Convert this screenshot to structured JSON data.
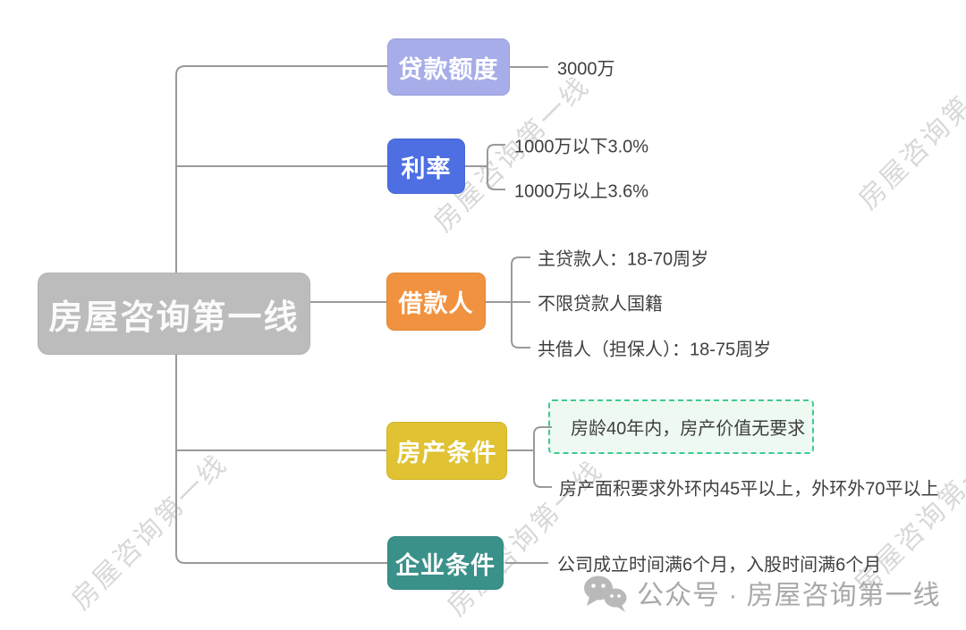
{
  "root": {
    "label": "房屋咨询第一线",
    "color": "#bcbcbc"
  },
  "branches": [
    {
      "label": "贷款额度",
      "color": "#a7ade9",
      "children": [
        "3000万"
      ]
    },
    {
      "label": "利率",
      "color": "#4d6fe2",
      "children": [
        "1000万以下3.0%",
        "1000万以上3.6%"
      ]
    },
    {
      "label": "借款人",
      "color": "#f0923f",
      "children": [
        "主贷款人：18-70周岁",
        "不限贷款人国籍",
        "共借人（担保人）：18-75周岁"
      ]
    },
    {
      "label": "房产条件",
      "color": "#e0c232",
      "children": [
        "房龄40年内，房产价值无要求",
        "房产面积要求外环内45平以上，外环外70平以上"
      ],
      "highlight": {
        "border_color": "#3fcb8e",
        "background": "#eef9f2"
      }
    },
    {
      "label": "企业条件",
      "color": "#3a918a",
      "children": [
        "公司成立时间满6个月，入股时间满6个月"
      ]
    }
  ],
  "watermark": {
    "text": "房屋咨询第一线",
    "color": "#d9d9d9"
  },
  "footer": {
    "icon": "wechat-icon",
    "text": "公众号 · 房屋咨询第一线",
    "color": "#a9a9a9"
  },
  "line_color": "#9a9a9a"
}
